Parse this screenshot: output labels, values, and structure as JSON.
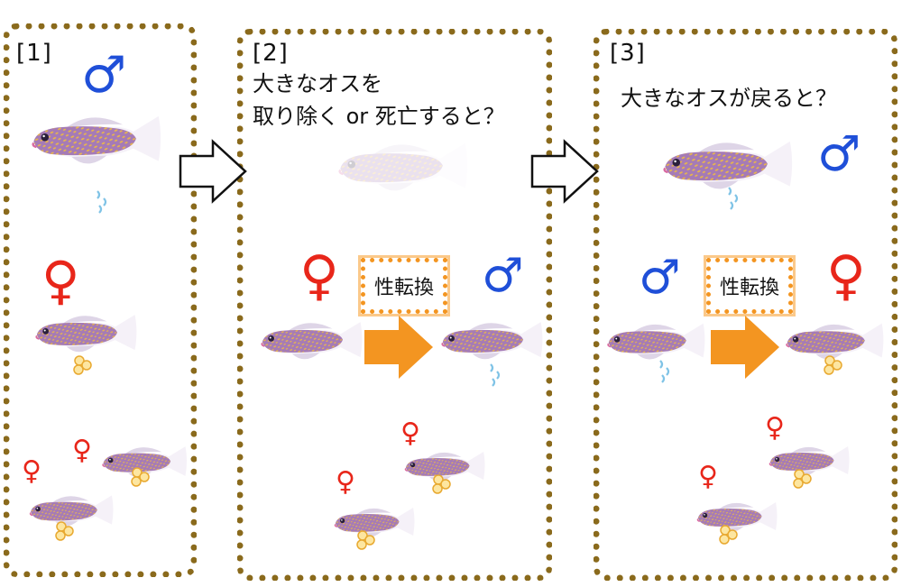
{
  "colors": {
    "panel_border": "#8a6a1c",
    "male": "#1f4fd8",
    "female": "#e8261a",
    "arrow_orange": "#f39521",
    "fish_body": "#a57bb6",
    "fish_spots": "#e9b64b"
  },
  "symbols": {
    "male": "♂",
    "female": "♀"
  },
  "panels": [
    {
      "label": "[1]"
    },
    {
      "label": "[2]",
      "caption_lines": [
        "大きなオスを",
        "取り除く or 死亡すると？"
      ],
      "sex_change_label": "性転換"
    },
    {
      "label": "[3]",
      "caption": "大きなオスが戻ると？",
      "sex_change_label": "性転換"
    }
  ],
  "icons": [
    "fish-icon",
    "egg-cluster-icon",
    "sperm-icon",
    "arrow-icon"
  ]
}
